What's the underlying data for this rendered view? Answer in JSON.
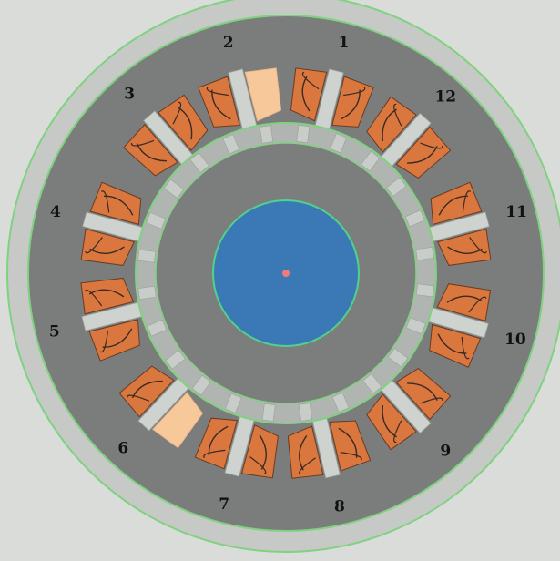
{
  "diagram": {
    "slot_labels": [
      "1",
      "2",
      "3",
      "4",
      "5",
      "6",
      "7",
      "8",
      "9",
      "10",
      "11",
      "12"
    ],
    "highlighted_slots": [
      "2",
      "6"
    ],
    "colors": {
      "background": "#d9dcd9",
      "stator": "#7b7c7c",
      "outer_ring": "#c6c9c6",
      "outline": "#7fd27f",
      "air_gap_ring": "#b1b5b1",
      "rotor_yoke": "#7c7d7d",
      "shaft": "#3b79b6",
      "center_dot": "#f07b7b",
      "tooth": "#cfd3cf",
      "coil": "#d9773f",
      "coil_line": "#3a2a22",
      "coil_highlight": "#f7c89a"
    }
  }
}
